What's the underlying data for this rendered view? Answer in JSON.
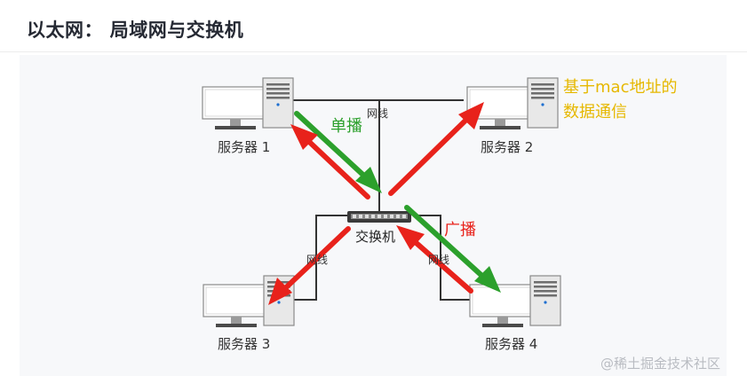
{
  "header": {
    "title": "以太网： 局域网与交换机"
  },
  "diagram": {
    "servers": [
      "服务器 1",
      "服务器 2",
      "服务器 3",
      "服务器 4"
    ],
    "switch_label": "交换机",
    "cable_label": "网线",
    "unicast_label": "单播",
    "broadcast_label": "广播",
    "note_line1": "基于mac地址的",
    "note_line2": "数据通信"
  },
  "colors": {
    "unicast": "#2ca02c",
    "broadcast": "#e8221b",
    "note": "#e6b800",
    "cable": "#333333"
  },
  "watermark": "@稀土掘金技术社区"
}
